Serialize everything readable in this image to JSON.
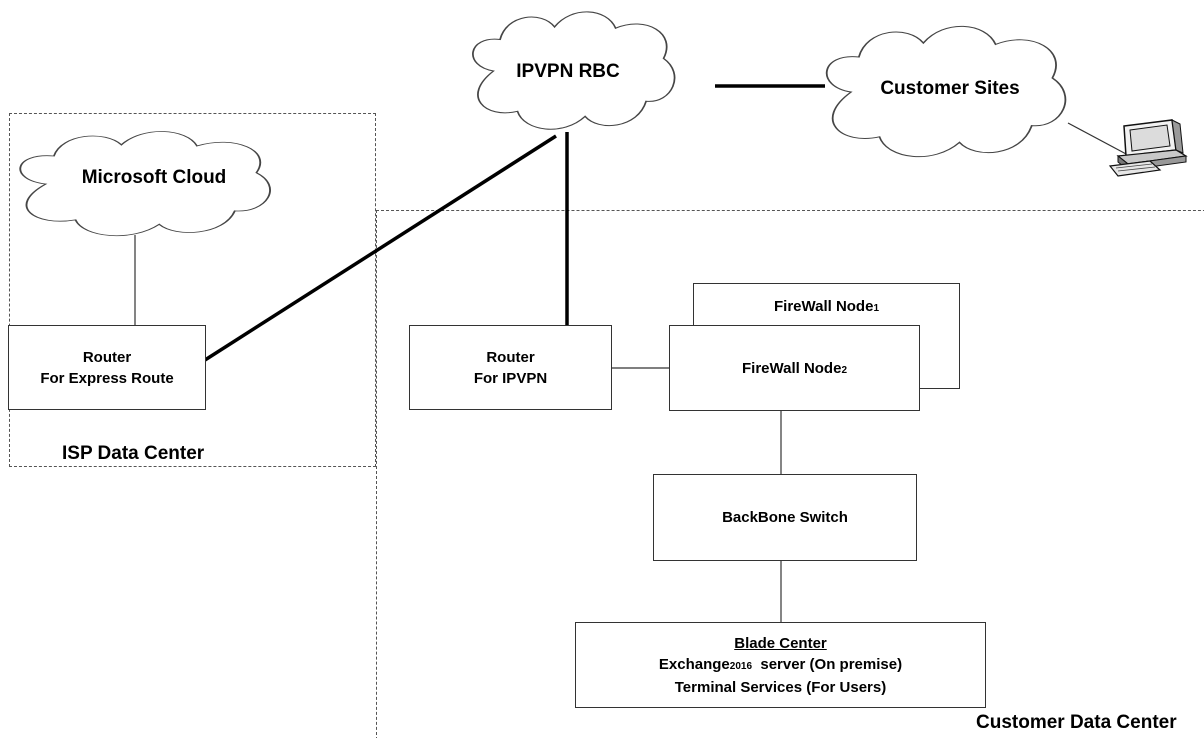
{
  "clouds": {
    "ipvpn": "IPVPN RBC",
    "customer_sites": "Customer Sites",
    "microsoft": "Microsoft Cloud"
  },
  "zones": {
    "isp": "ISP Data Center",
    "customer": "Customer Data Center"
  },
  "router_express": {
    "line1": "Router",
    "line2": "For Express Route"
  },
  "router_ipvpn": {
    "line1": "Router",
    "line2": "For IPVPN"
  },
  "firewall_node1": {
    "text": "FireWall Node",
    "sub": "1"
  },
  "firewall_node2": {
    "text": "FireWall Node",
    "sub": "2"
  },
  "backbone_switch": "BackBone Switch",
  "blade_center": {
    "title": "Blade Center",
    "exchange_prefix": "Exchange",
    "exchange_version": "2016",
    "exchange_suffix": "  server (On premise)",
    "terminal": "Terminal Services (For Users)"
  },
  "icons": {
    "workstation": "desktop-computer-icon"
  }
}
